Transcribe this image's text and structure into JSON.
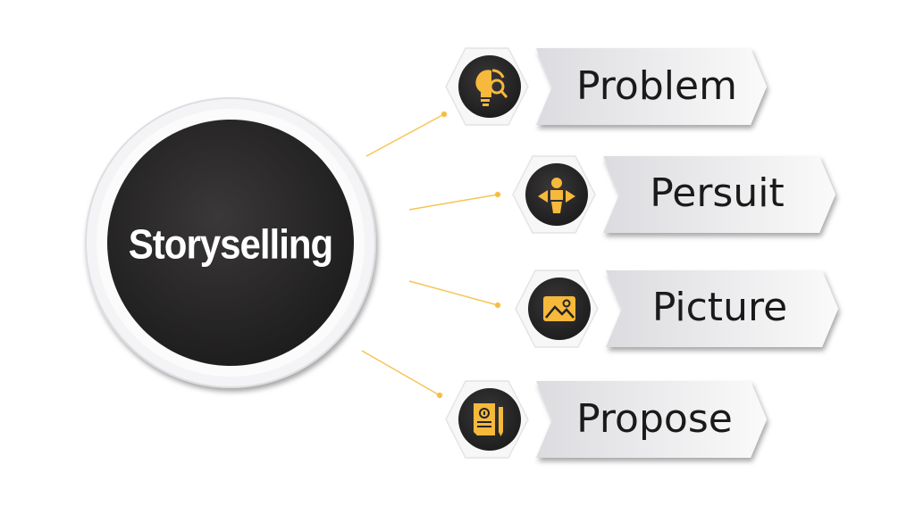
{
  "center": {
    "title": "Storyselling"
  },
  "items": [
    {
      "label": "Problem",
      "icon": "lightbulb-puzzle-magnifier-icon"
    },
    {
      "label": "Persuit",
      "icon": "person-direction-arrows-icon"
    },
    {
      "label": "Picture",
      "icon": "image-icon"
    },
    {
      "label": "Propose",
      "icon": "document-pen-icon"
    }
  ],
  "colors": {
    "accent": "#f6b93b",
    "dark": "#242224",
    "banner": "#ececee",
    "text": "#1a1a1a"
  }
}
